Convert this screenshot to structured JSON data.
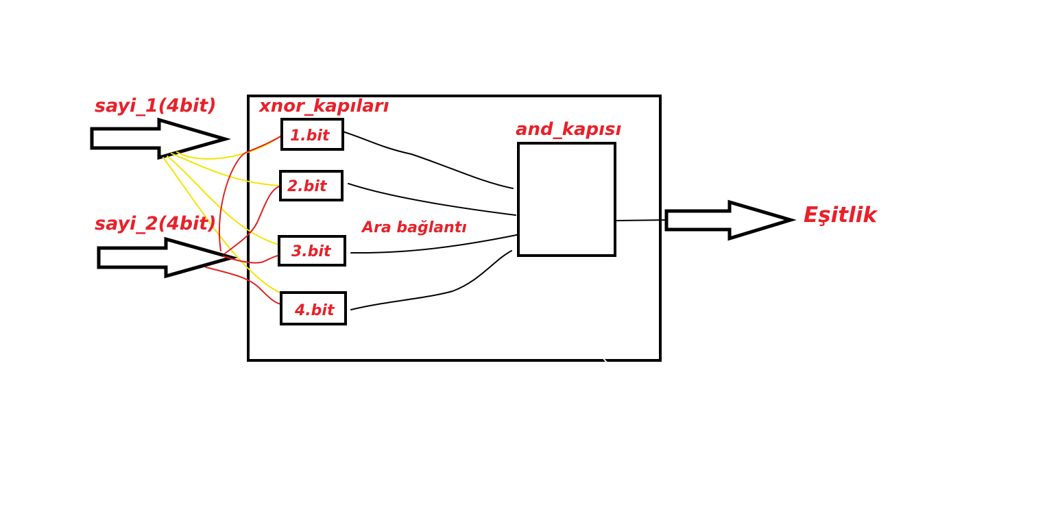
{
  "colors": {
    "label": "#e8212a",
    "line": "#000000",
    "wire_a": "#f5e400",
    "wire_b": "#e02020",
    "background": "#ffffff"
  },
  "inputs": {
    "a_label": "sayi_1(4bit)",
    "b_label": "sayi_2(4bit)"
  },
  "module": {
    "label": "xnor_kapıları"
  },
  "gates": {
    "bit1": "1.bit",
    "bit2": "2.bit",
    "bit3": "3.bit",
    "bit4": "4.bit"
  },
  "and_gate": {
    "label": "and_kapısı"
  },
  "connection_label": "Ara bağlantı",
  "output": {
    "label": "Eşitlik"
  }
}
